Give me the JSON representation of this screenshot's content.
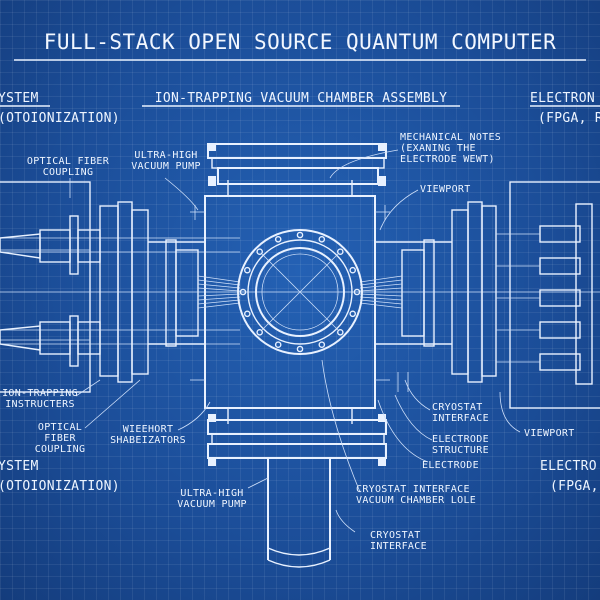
{
  "title": "FULL-STACK OPEN SOURCE QUANTUM COMPUTER",
  "sections": {
    "left_top": {
      "name": "YSTEM",
      "sub": "(OTOIONIZATION)"
    },
    "center": {
      "name": "ION-TRAPPING VACUUM CHAMBER ASSEMBLY"
    },
    "right_top": {
      "name": "ELECTRON",
      "sub": "(FPGA, R"
    },
    "left_bottom": {
      "name": "YSTEM",
      "sub": "(OTOIONIZATION)"
    },
    "right_bottom": {
      "name": "ELECTRO",
      "sub": "(FPGA, F"
    }
  },
  "labels": {
    "optical_fiber_coupling_top": "OPTICAL FIBER\nCOUPLING",
    "uhv_pump_top": "ULTRA-HIGH\nVACUUM PUMP",
    "mechanical_notes": "MECHANICAL NOTES\n(EXANING THE\nELECTRODE WEWT)",
    "viewport_top": "VIEWPORT",
    "ion_trapping_instructers": "ION-TRAPPING\nINSTRUCTERS",
    "optical_fiber_coupling_bottom": "OPTICAL\nFIBER\nCOUPLING",
    "wieehort": "WIEEHORT\nSHABEIZATORS",
    "cryostat_interface_right": "CRYOSTAT\nINTERFACE",
    "electrode_structure": "ELECTRODE\nSTRUCTURE",
    "viewport_right": "VIEWPORT",
    "electrode": "ELECTRODE",
    "uhv_pump_bottom": "ULTRA-HIGH\nVACUUM PUMP",
    "cryostat_chamber_lole": "CRYOSTAT INTERFACE\nVACUUM CHAMBER LOLE",
    "cryostat_interface_bottom": "CRYOSTAT\nINTERFACE"
  }
}
